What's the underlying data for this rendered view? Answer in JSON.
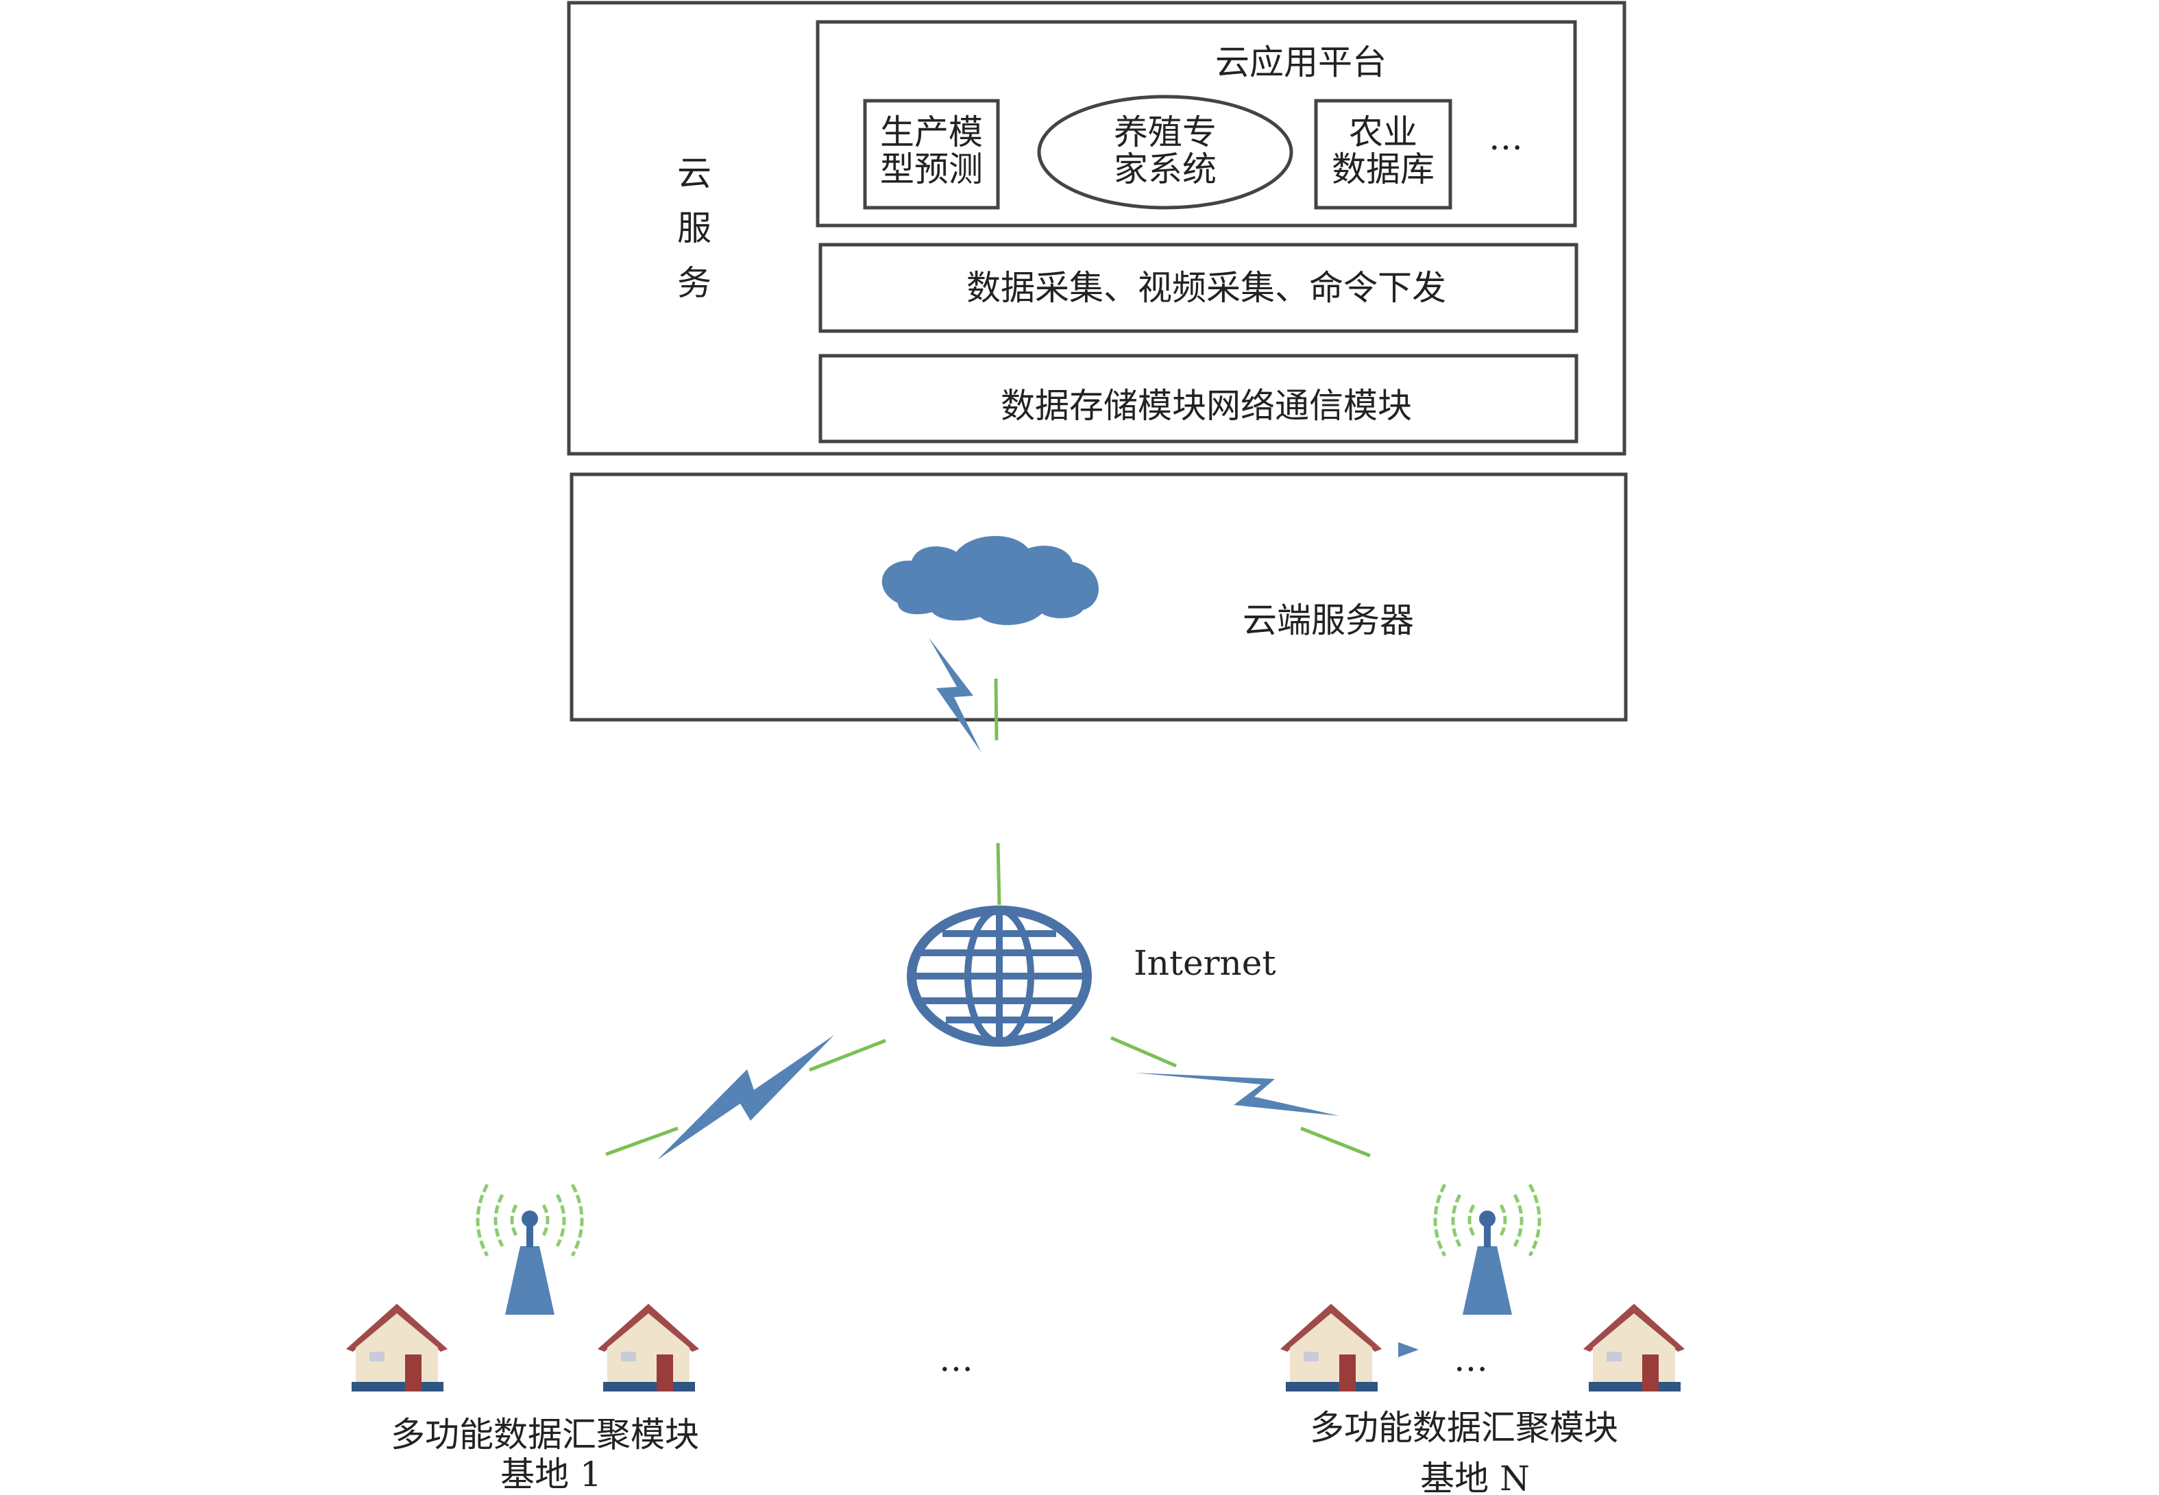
{
  "cloud_service": {
    "label_chars": [
      "云",
      "服",
      "务"
    ],
    "app_platform": {
      "title": "云应用平台",
      "production_model": [
        "生产模",
        "型预测"
      ],
      "expert_system": [
        "养殖专",
        "家系统"
      ],
      "agri_database": [
        "农业",
        "数据库"
      ],
      "more": "…"
    },
    "acquisition_layer": "数据采集、视频采集、命令下发",
    "storage_layer": "数据存储模块网络通信模块"
  },
  "cloud_server": {
    "label": "云端服务器"
  },
  "internet": {
    "label": "Internet"
  },
  "bases": {
    "left": {
      "module": "多功能数据汇聚模块",
      "name": "基地 1"
    },
    "middle_ellipsis": "…",
    "right": {
      "module": "多功能数据汇聚模块",
      "name": "基地 N",
      "ellipsis": "…"
    }
  },
  "colors": {
    "icon_blue": "#5683b6",
    "link_green": "#7bbf55",
    "roof": "#a04a4a",
    "wall": "#efe3cc",
    "base": "#2f5582"
  }
}
